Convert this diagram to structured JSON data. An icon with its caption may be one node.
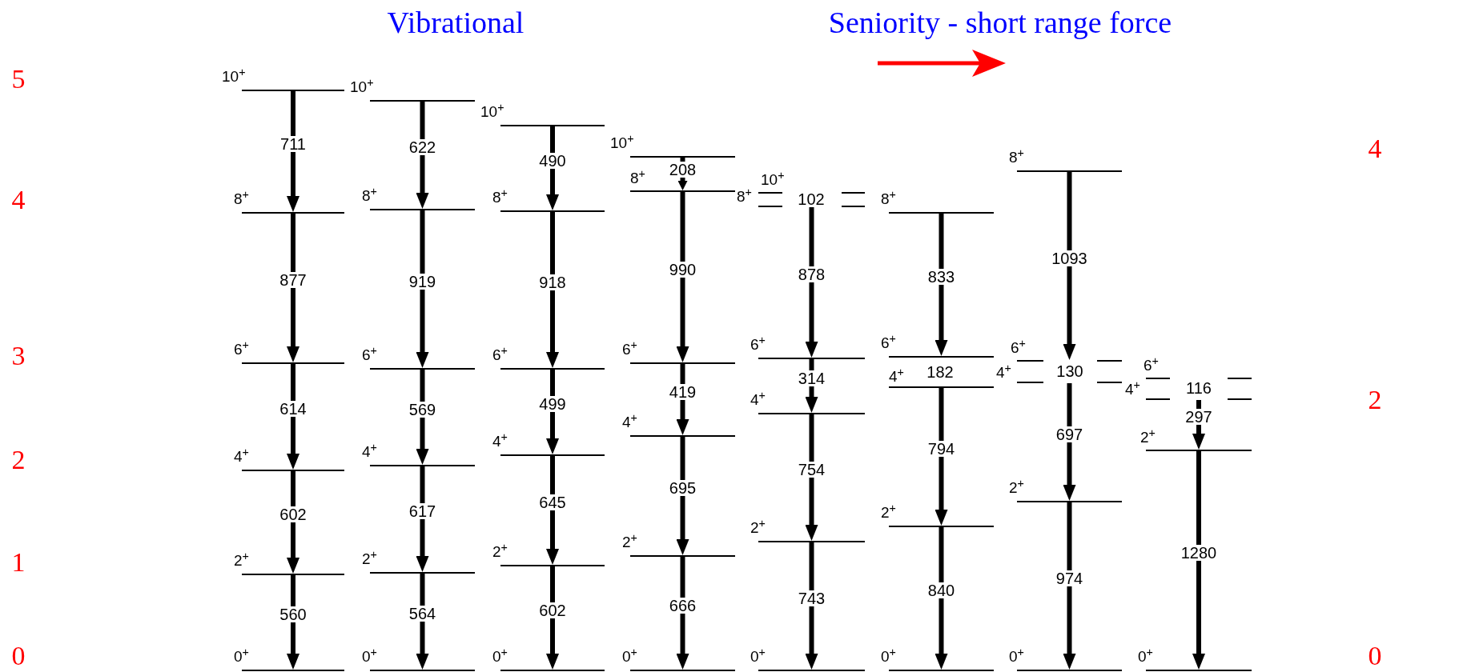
{
  "diagram": {
    "nodes": [
      {
        "text": [],
        "shape": "bar",
        "beside": [
          "10$^{+}$"
        ]
      },
      {
        "text": [],
        "shape": "bar",
        "beside": [
          "8$^{+}$"
        ]
      },
      {
        "text": [],
        "shape": "bar",
        "beside": [
          "6$^{+}$"
        ]
      },
      {
        "text": [],
        "shape": "bar",
        "beside": [
          "4$^{+}$"
        ]
      },
      {
        "text": [],
        "shape": "bar",
        "beside": [
          "2$^{+}$"
        ]
      },
      {
        "text": [],
        "shape": "bar",
        "beside": [
          "0$^{+}$"
        ]
      },
      {
        "text": [],
        "shape": "bar",
        "beside": [
          "10$^{+}$"
        ]
      },
      {
        "text": [],
        "shape": "bar",
        "beside": [
          "8$^{+}$"
        ]
      },
      {
        "text": [],
        "shape": "bar",
        "beside": [
          "6$^{+}$"
        ]
      },
      {
        "text": [],
        "shape": "bar",
        "beside": [
          "4$^{+}$"
        ]
      },
      {
        "text": [],
        "shape": "bar",
        "beside": [
          "2$^{+}$"
        ]
      },
      {
        "text": [],
        "shape": "bar",
        "beside": [
          "0$^{+}$"
        ]
      },
      {
        "text": [],
        "shape": "bar",
        "beside": [
          "10$^{+}$"
        ]
      },
      {
        "text": [],
        "shape": "bar",
        "beside": [
          "8$^{+}$"
        ]
      },
      {
        "text": [],
        "shape": "bar",
        "beside": [
          "6$^{+}$"
        ]
      },
      {
        "text": [],
        "shape": "bar",
        "beside": [
          "4$^{+}$"
        ]
      },
      {
        "text": [],
        "shape": "bar",
        "beside": [
          "2$^{+}$"
        ]
      },
      {
        "text": [],
        "shape": "bar",
        "beside": [
          "0$^{+}$"
        ]
      },
      {
        "text": [],
        "shape": "bar",
        "beside": [
          "10$^{+}$"
        ]
      },
      {
        "text": [],
        "shape": "bar",
        "beside": [
          "8$^{+}$"
        ]
      },
      {
        "text": [],
        "shape": "bar",
        "beside": [
          "6$^{+}$"
        ]
      },
      {
        "text": [],
        "shape": "bar",
        "beside": [
          "4$^{+}$"
        ]
      },
      {
        "text": [],
        "shape": "bar",
        "beside": [
          "2$^{+}$"
        ]
      },
      {
        "text": [],
        "shape": "bar",
        "beside": [
          "0$^{+}$"
        ]
      },
      {
        "text": [],
        "shape": "bar",
        "beside": [
          "10$^{+}$"
        ]
      },
      {
        "text": [],
        "shape": "bar",
        "beside": [
          "8$^{+}$"
        ]
      },
      {
        "text": [],
        "shape": "bar",
        "beside": [
          "6$^{+}$"
        ]
      },
      {
        "text": [],
        "shape": "bar",
        "beside": [
          "4$^{+}$"
        ]
      },
      {
        "text": [],
        "shape": "bar",
        "beside": [
          "2$^{+}$"
        ]
      },
      {
        "text": [],
        "shape": "bar",
        "beside": [
          "0$^{+}$"
        ]
      },
      {
        "text": [],
        "shape": "bar",
        "beside": [
          "8$^{+}$"
        ]
      },
      {
        "text": [],
        "shape": "bar",
        "beside": [
          "6$^{+}$"
        ]
      },
      {
        "text": [],
        "shape": "bar",
        "beside": [
          "4$^{+}$"
        ]
      },
      {
        "text": [],
        "shape": "bar",
        "beside": [
          "2$^{+}$"
        ]
      },
      {
        "text": [],
        "shape": "bar",
        "beside": [
          "0$^{+}$"
        ]
      },
      {
        "text": [],
        "shape": "bar",
        "beside": [
          "8$^{+}$"
        ]
      },
      {
        "text": [],
        "shape": "bar",
        "beside": [
          "6$^{+}$"
        ]
      },
      {
        "text": [],
        "shape": "bar",
        "beside": [
          "4$^{+}$"
        ]
      },
      {
        "text": [],
        "shape": "bar",
        "beside": [
          "2$^{+}$"
        ]
      },
      {
        "text": [],
        "shape": "bar",
        "beside": [
          "0$^{+}$"
        ]
      },
      {
        "text": [],
        "shape": "bar",
        "beside": [
          "6$^{+}$"
        ]
      },
      {
        "text": [],
        "shape": "bar",
        "beside": [
          "4$^{+}$"
        ]
      },
      {
        "text": [],
        "shape": "bar",
        "beside": [
          "2$^{+}$"
        ]
      },
      {
        "text": [],
        "shape": "bar",
        "beside": [
          "0$^{+}$"
        ]
      }
    ],
    "edges": [
      {
        "from": 0,
        "to": 1,
        "arrow": "to",
        "label": "711"
      },
      {
        "from": 1,
        "to": 2,
        "arrow": "to",
        "label": "877"
      },
      {
        "from": 2,
        "to": 3,
        "arrow": "to",
        "label": "614"
      },
      {
        "from": 3,
        "to": 4,
        "arrow": "to",
        "label": "602"
      },
      {
        "from": 4,
        "to": 5,
        "arrow": "to",
        "label": "560"
      },
      {
        "from": 6,
        "to": 7,
        "arrow": "to",
        "label": "622"
      },
      {
        "from": 7,
        "to": 8,
        "arrow": "to",
        "label": "919"
      },
      {
        "from": 8,
        "to": 9,
        "arrow": "to",
        "label": "569"
      },
      {
        "from": 9,
        "to": 10,
        "arrow": "to",
        "label": "617"
      },
      {
        "from": 10,
        "to": 11,
        "arrow": "to",
        "label": "564"
      },
      {
        "from": 12,
        "to": 13,
        "arrow": "to",
        "label": "490"
      },
      {
        "from": 13,
        "to": 14,
        "arrow": "to",
        "label": "918"
      },
      {
        "from": 14,
        "to": 15,
        "arrow": "to",
        "label": "499"
      },
      {
        "from": 15,
        "to": 16,
        "arrow": "to",
        "label": "645"
      },
      {
        "from": 16,
        "to": 17,
        "arrow": "to",
        "label": "602"
      },
      {
        "from": 18,
        "to": 19,
        "arrow": "to",
        "label": "208"
      },
      {
        "from": 19,
        "to": 20,
        "arrow": "to",
        "label": "990"
      },
      {
        "from": 20,
        "to": 21,
        "arrow": "to",
        "label": "419"
      },
      {
        "from": 21,
        "to": 22,
        "arrow": "to",
        "label": "695"
      },
      {
        "from": 22,
        "to": 23,
        "arrow": "to",
        "label": "666"
      },
      {
        "from": 25,
        "to": 26,
        "arrow": "to",
        "label": "878"
      },
      {
        "from": 26,
        "to": 27,
        "arrow": "to",
        "label": "314"
      },
      {
        "from": 27,
        "to": 28,
        "arrow": "to",
        "label": "754"
      },
      {
        "from": 28,
        "to": 29,
        "arrow": "to",
        "label": "743"
      },
      {
        "from": 30,
        "to": 31,
        "arrow": "to",
        "label": "833"
      },
      {
        "from": 32,
        "to": 33,
        "arrow": "to",
        "label": "794"
      },
      {
        "from": 33,
        "to": 34,
        "arrow": "to",
        "label": "840"
      },
      {
        "from": 35,
        "to": 36,
        "arrow": "to",
        "label": "1093"
      },
      {
        "from": 37,
        "to": 38,
        "arrow": "to",
        "label": "697"
      },
      {
        "from": 38,
        "to": 39,
        "arrow": "to",
        "label": "974"
      },
      {
        "from": 41,
        "to": 42,
        "arrow": "to",
        "label": "297"
      },
      {
        "from": 42,
        "to": 43,
        "arrow": "to",
        "label": "1280"
      }
    ],
    "labels": [
      "Vibrational",
      "Seniority - short range force",
      "5",
      "4",
      "3",
      "2",
      "1",
      "0",
      "4",
      "2",
      "0",
      "102",
      "182",
      "130",
      "116"
    ]
  }
}
